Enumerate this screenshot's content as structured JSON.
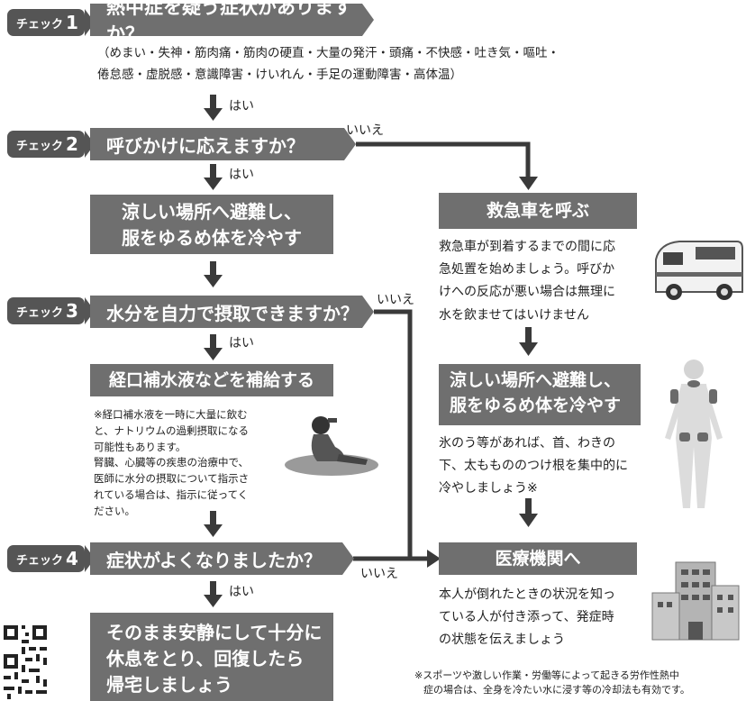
{
  "check_label": "チェック",
  "steps": [
    {
      "num": "1",
      "question": "熱中症を疑う症状がありますか？"
    },
    {
      "num": "2",
      "question": "呼びかけに応えますか？"
    },
    {
      "num": "3",
      "question": "水分を自力で摂取できますか？"
    },
    {
      "num": "4",
      "question": "症状がよくなりましたか？"
    }
  ],
  "symptoms": [
    "（めまい・失神・筋肉痛・筋肉の硬直・大量の発汗・頭痛・不快感・吐き気・嘔吐・",
    "倦怠感・虚脱感・意識障害・けいれん・手足の運動障害・高体温）"
  ],
  "yes": "はい",
  "no": "いいえ",
  "left_actions": {
    "cool": [
      "涼しい場所へ避難し、",
      "服をゆるめ体を冷やす"
    ],
    "ors": "経口補水液などを補給する",
    "ors_note": [
      "※経口補水液を一時に大量に飲む",
      "と、ナトリウムの過剰摂取になる",
      "可能性もあります。",
      "腎臓、心臓等の疾患の治療中で、",
      "医師に水分の摂取について指示さ",
      "れている場合は、指示に従ってく",
      "ださい。"
    ],
    "rest": [
      "そのまま安静にして十分に",
      "休息をとり、回復したら",
      "帰宅しましょう"
    ]
  },
  "right_actions": {
    "ambulance": "救急車を呼ぶ",
    "ambulance_text": [
      "救急車が到着するまでの間に応",
      "急処置を始めましょう。呼びか",
      "けへの反応が悪い場合は無理に",
      "水を飲ませてはいけません"
    ],
    "cool": [
      "涼しい場所へ避難し、",
      "服をゆるめ体を冷やす"
    ],
    "cool_text": [
      "氷のう等があれば、首、わきの",
      "下、太ももののつけ根を集中的に",
      "冷やしましょう※"
    ],
    "hospital": "医療機関へ",
    "hospital_text": [
      "本人が倒れたときの状況を知っ",
      "ている人が付き添って、発症時",
      "の状態を伝えましょう"
    ]
  },
  "footnote": [
    "※スポーツや激しい作業・労働等によって起きる労作性熱中",
    "症の場合は、全身を冷たい水に浸す等の冷却法も有効です。"
  ],
  "colors": {
    "box": "#6f6f6f",
    "tag": "#555555",
    "arrow": "#3a3a3a"
  }
}
